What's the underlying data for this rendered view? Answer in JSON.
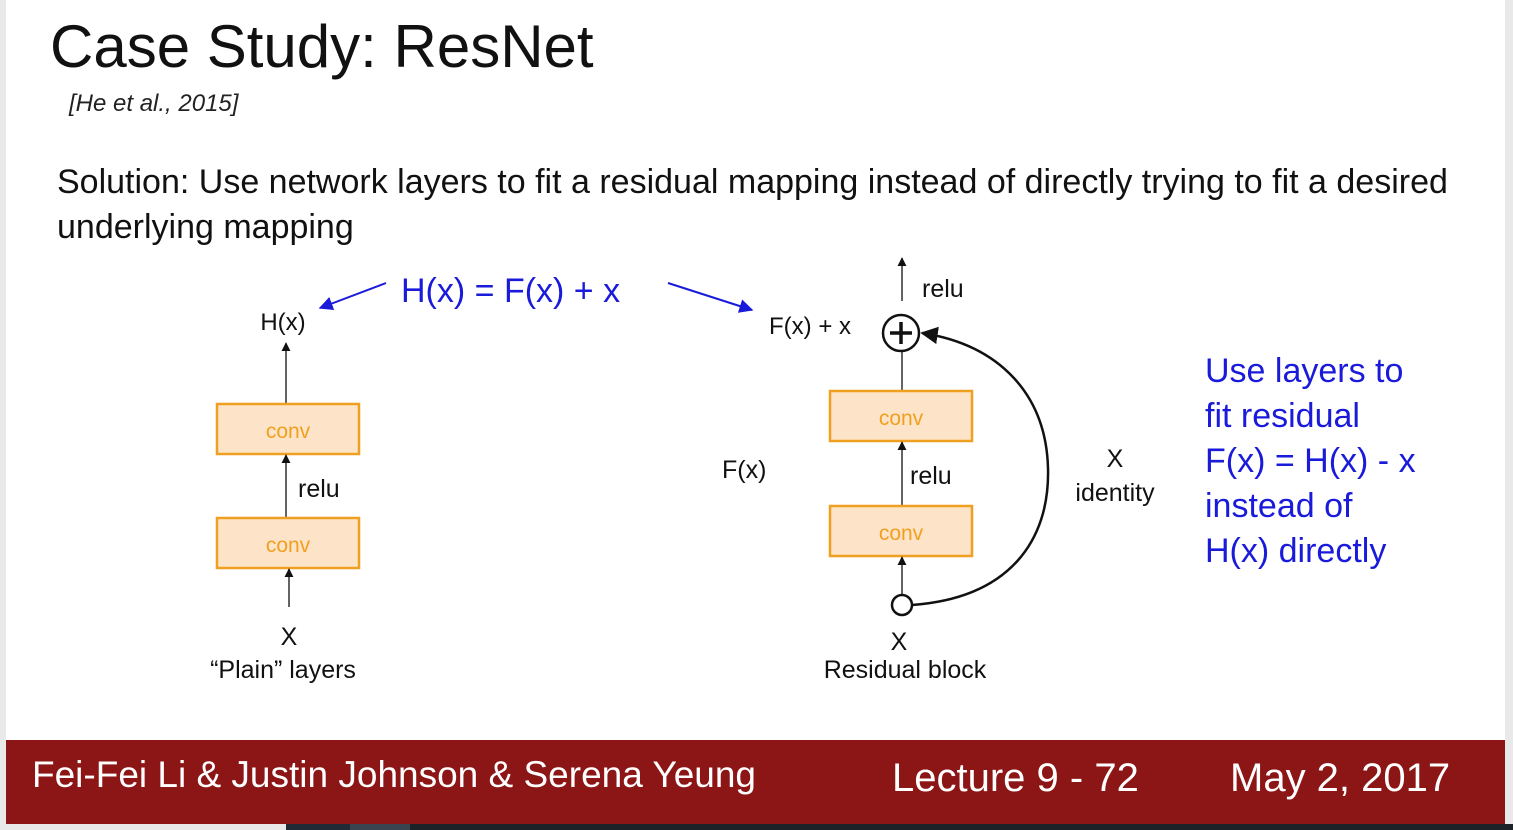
{
  "slide": {
    "title": "Case Study: ResNet",
    "citation": "[He et al., 2015]",
    "solution": "Solution: Use network layers to fit a residual mapping instead of directly trying to fit a desired underlying mapping"
  },
  "equation": "H(x) = F(x) + x",
  "plain": {
    "output": "H(x)",
    "conv_top": "conv",
    "relu": "relu",
    "conv_bottom": "conv",
    "input": "X",
    "caption": "“Plain” layers"
  },
  "residual": {
    "relu_top": "relu",
    "sum_label": "F(x) + x",
    "conv_top": "conv",
    "fx_label": "F(x)",
    "relu_mid": "relu",
    "conv_bottom": "conv",
    "input": "X",
    "caption": "Residual block",
    "skip_x": "X",
    "skip_identity": "identity"
  },
  "note": {
    "lines": [
      "Use layers to",
      "fit residual",
      "F(x) = H(x) - x",
      "instead of",
      "H(x) directly"
    ]
  },
  "footer": {
    "authors": "Fei-Fei Li & Justin Johnson & Serena Yeung",
    "lecture": "Lecture 9 - 72",
    "date": "May 2, 2017"
  },
  "colors": {
    "accent_blue": "#1a1adb",
    "conv_fill": "#fde4c8",
    "conv_stroke": "#f0a020",
    "footer_bg": "#8c1515"
  }
}
